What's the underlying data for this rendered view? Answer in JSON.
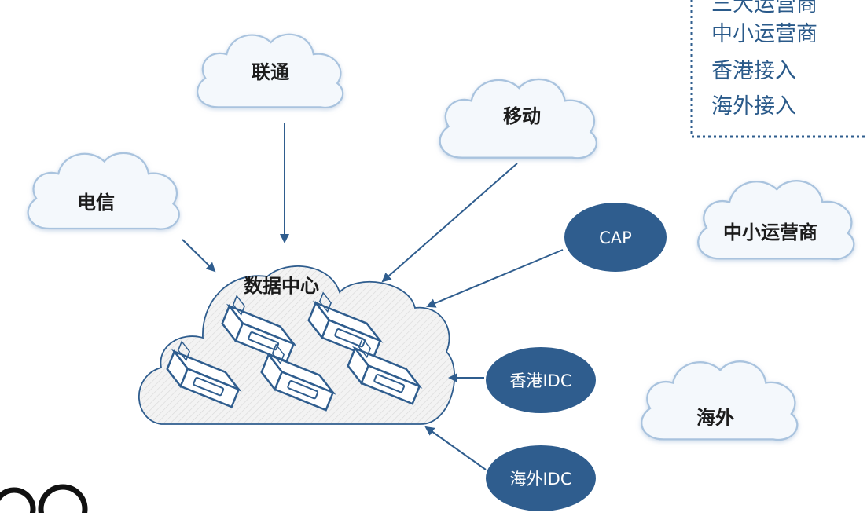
{
  "carriers": {
    "unicom": "联通",
    "mobile": "移动",
    "telecom": "电信",
    "small_operators": "中小运营商",
    "overseas": "海外"
  },
  "datacenter": {
    "label": "数据中心",
    "server_count": 5
  },
  "access_nodes": {
    "cap": "CAP",
    "hk_idc": "香港IDC",
    "overseas_idc": "海外IDC"
  },
  "legend": {
    "items": [
      "三大运营商",
      "中小运营商",
      "香港接入",
      "海外接入"
    ]
  },
  "colors": {
    "cloud_fill": "#f4f8fc",
    "cloud_stroke": "#a9c3de",
    "node_fill": "#2f5d8e",
    "datacenter_stroke": "#2f5d8e",
    "arrow": "#2f5d8e",
    "legend_border": "#2f5d8e",
    "legend_text": "#2a5a8a"
  }
}
